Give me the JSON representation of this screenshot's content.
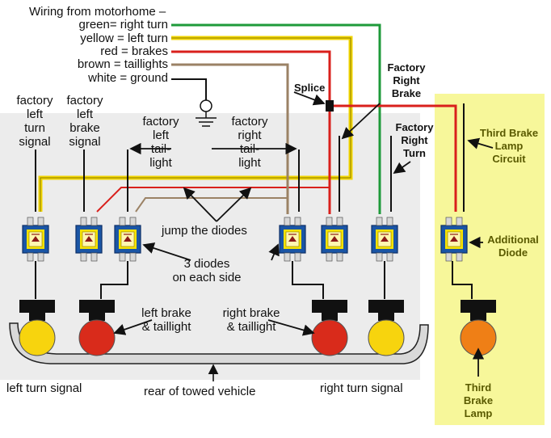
{
  "colors": {
    "green": "#1e9a3a",
    "yellow": "#f2d600",
    "red": "#d9201c",
    "brown": "#9b8265",
    "black": "#111111",
    "highlight": "#f7f79a",
    "panel": "#ececec",
    "diode_blue": "#1a55a5",
    "diode_yellow": "#f6e200",
    "lamp_yellow": "#f7d40e",
    "lamp_red": "#d92b1b",
    "lamp_orange": "#ef7f16",
    "label_olive": "#5a5a00"
  },
  "legend": {
    "title": "Wiring from motorhome –",
    "green": "green= right turn",
    "yellow": "yellow = left turn",
    "red": "red = brakes",
    "brown": "brown = taillights",
    "white": "white = ground"
  },
  "labels": {
    "factory_left_turn": [
      "factory",
      "left",
      "turn",
      "signal"
    ],
    "factory_left_brake": [
      "factory",
      "left",
      "brake",
      "signal"
    ],
    "factory_left_tail": [
      "factory",
      "left",
      "tail-",
      "light"
    ],
    "factory_right_tail": [
      "factory",
      "right",
      "tail-",
      "light"
    ],
    "splice": "Splice",
    "factory_right_brake": [
      "Factory",
      "Right",
      "Brake"
    ],
    "factory_right_turn": [
      "Factory",
      "Right",
      "Turn"
    ],
    "third_brake_circuit": [
      "Third Brake",
      "Lamp",
      "Circuit"
    ],
    "jump_diodes": "jump the diodes",
    "three_diodes": [
      "3 diodes",
      "on each side"
    ],
    "additional_diode": [
      "Additional",
      "Diode"
    ],
    "left_brake_tail": [
      "left brake",
      "& taillight"
    ],
    "right_brake_tail": [
      "right brake",
      "& taillight"
    ],
    "left_turn_signal": "left turn signal",
    "right_turn_signal": "right turn signal",
    "rear_vehicle": "rear of towed vehicle",
    "third_brake_lamp": [
      "Third",
      "Brake",
      "Lamp"
    ]
  },
  "diodes": [
    "diode-left-turn",
    "diode-left-brake",
    "diode-left-tail",
    "diode-right-tail",
    "diode-right-brake",
    "diode-right-turn",
    "diode-third-brake"
  ],
  "lamps": [
    {
      "name": "left-turn-lamp",
      "color": "lamp_yellow"
    },
    {
      "name": "left-brake-lamp",
      "color": "lamp_red"
    },
    {
      "name": "right-brake-lamp",
      "color": "lamp_red"
    },
    {
      "name": "right-turn-lamp",
      "color": "lamp_yellow"
    },
    {
      "name": "third-brake-lamp",
      "color": "lamp_orange"
    }
  ]
}
